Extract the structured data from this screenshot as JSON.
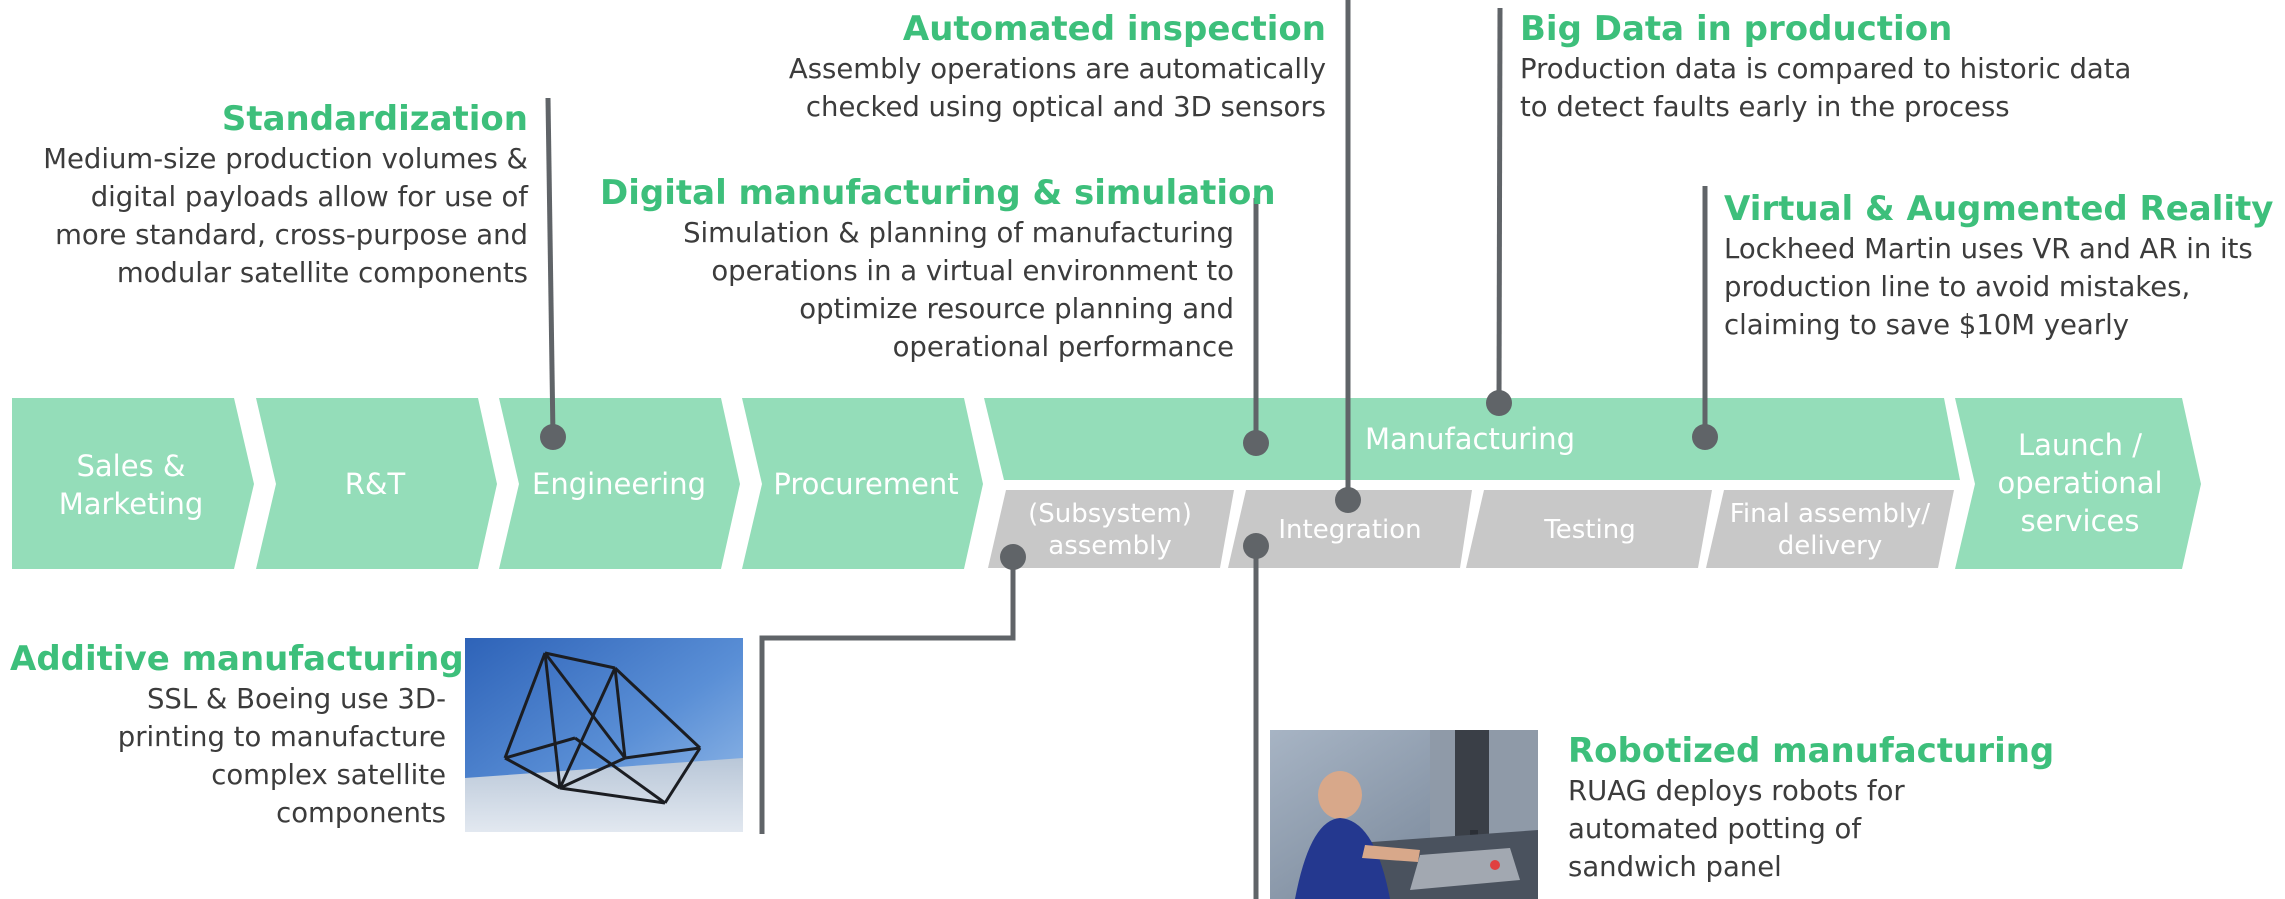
{
  "process": {
    "stages": [
      {
        "id": "sales",
        "lines": [
          "Sales &",
          "Marketing"
        ]
      },
      {
        "id": "rt",
        "lines": [
          "R&T"
        ]
      },
      {
        "id": "engineering",
        "lines": [
          "Engineering"
        ]
      },
      {
        "id": "procurement",
        "lines": [
          "Procurement"
        ]
      },
      {
        "id": "manufacturing",
        "lines": [
          "Manufacturing"
        ]
      },
      {
        "id": "launch",
        "lines": [
          "Launch /",
          "operational",
          "services"
        ]
      }
    ],
    "sub_stages": [
      {
        "id": "subsystem",
        "lines": [
          "(Subsystem)",
          "assembly"
        ]
      },
      {
        "id": "integration",
        "lines": [
          "Integration"
        ]
      },
      {
        "id": "testing",
        "lines": [
          "Testing"
        ]
      },
      {
        "id": "final",
        "lines": [
          "Final assembly/",
          "delivery"
        ]
      }
    ]
  },
  "annotations": {
    "standardization": {
      "title": "Standardization",
      "lines": [
        "Medium-size production volumes &",
        "digital payloads allow for use of",
        "more standard, cross-purpose and",
        "modular satellite components"
      ]
    },
    "digital_mfg": {
      "title": "Digital manufacturing & simulation",
      "lines": [
        "Simulation & planning of manufacturing",
        "operations in a virtual environment to",
        "optimize resource planning and",
        "operational performance"
      ]
    },
    "automated_inspection": {
      "title": "Automated inspection",
      "lines": [
        "Assembly operations are automatically",
        "checked using optical and 3D sensors"
      ]
    },
    "big_data": {
      "title": "Big Data in production",
      "lines": [
        "Production data is compared to historic data",
        "to detect faults early in the process"
      ]
    },
    "vr_ar": {
      "title": "Virtual & Augmented Reality",
      "lines": [
        "Lockheed Martin uses VR and AR in its",
        "production line to avoid mistakes,",
        "claiming to save $10M yearly"
      ]
    },
    "additive": {
      "title": "Additive manufacturing",
      "lines": [
        "SSL & Boeing use 3D-",
        "printing to manufacture",
        "complex satellite",
        "components"
      ]
    },
    "robotized": {
      "title": "Robotized manufacturing",
      "lines": [
        "RUAG deploys robots for",
        "automated potting of",
        "sandwich panel"
      ]
    }
  },
  "colors": {
    "stage_green": "#94ddb9",
    "sub_stage_gray": "#c8c8c8",
    "title_green": "#3dbf7b",
    "connector": "#606468",
    "body_text": "#3c3c3c"
  },
  "images": {
    "additive": {
      "icon": "3d-printed-truss-photo"
    },
    "robotized": {
      "icon": "robot-worker-photo"
    }
  }
}
